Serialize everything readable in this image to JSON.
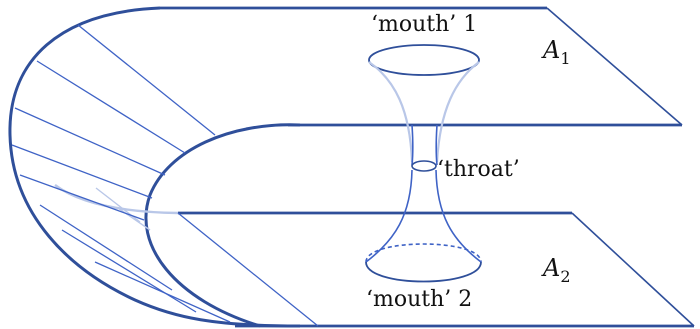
{
  "labels": {
    "mouth1": "‘mouth’ 1",
    "mouth2": "‘mouth’ 2",
    "throat": "‘throat’"
  },
  "regions": {
    "upper_letter": "A",
    "upper_sub": "1",
    "lower_letter": "A",
    "lower_sub": "2"
  },
  "colors": {
    "edge": "#2f4f9a",
    "line": "#3f63c6",
    "faint": "#b9c7e8"
  }
}
